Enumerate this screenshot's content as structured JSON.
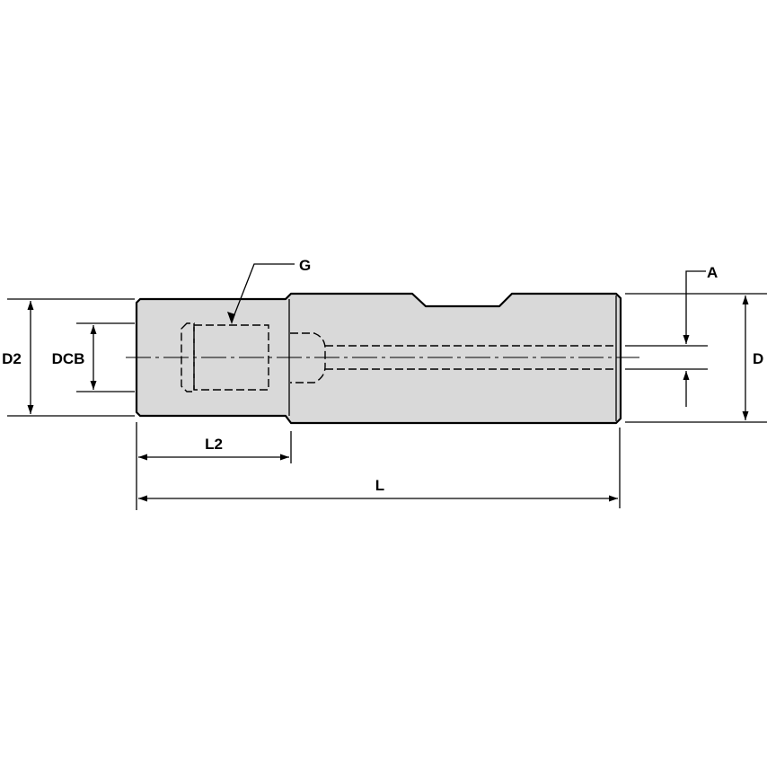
{
  "labels": {
    "d2": "D2",
    "dcb": "DCB",
    "g": "G",
    "a": "A",
    "d": "D",
    "l2": "L2",
    "l": "L"
  },
  "colors": {
    "body_fill": "#d9d9d9",
    "line": "#000000",
    "background": "#ffffff"
  }
}
